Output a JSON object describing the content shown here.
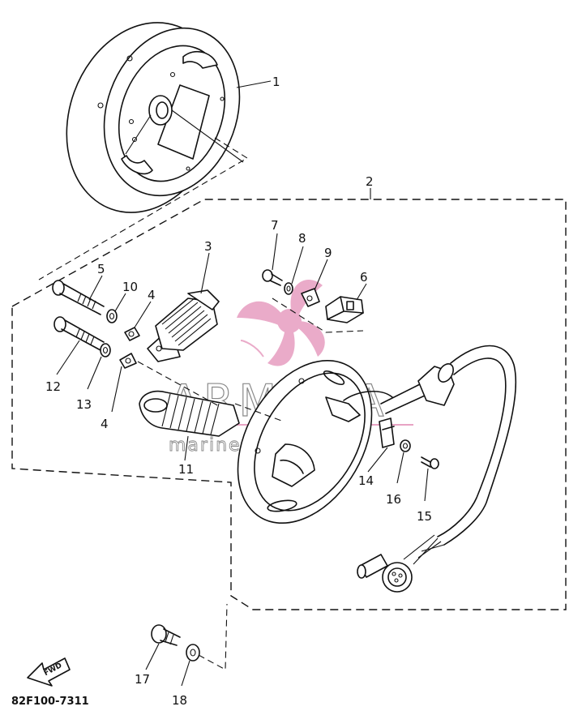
{
  "diagram": {
    "catalog_number": "82F100-7311",
    "fwd_label": "FWD",
    "watermark": {
      "brand": "ARMADA",
      "tagline": "marine outboards",
      "logo_color": "#e8a3c4"
    },
    "callouts": [
      "1",
      "2",
      "3",
      "4",
      "4",
      "5",
      "6",
      "7",
      "8",
      "9",
      "10",
      "11",
      "12",
      "13",
      "14",
      "15",
      "16",
      "17",
      "18"
    ]
  }
}
